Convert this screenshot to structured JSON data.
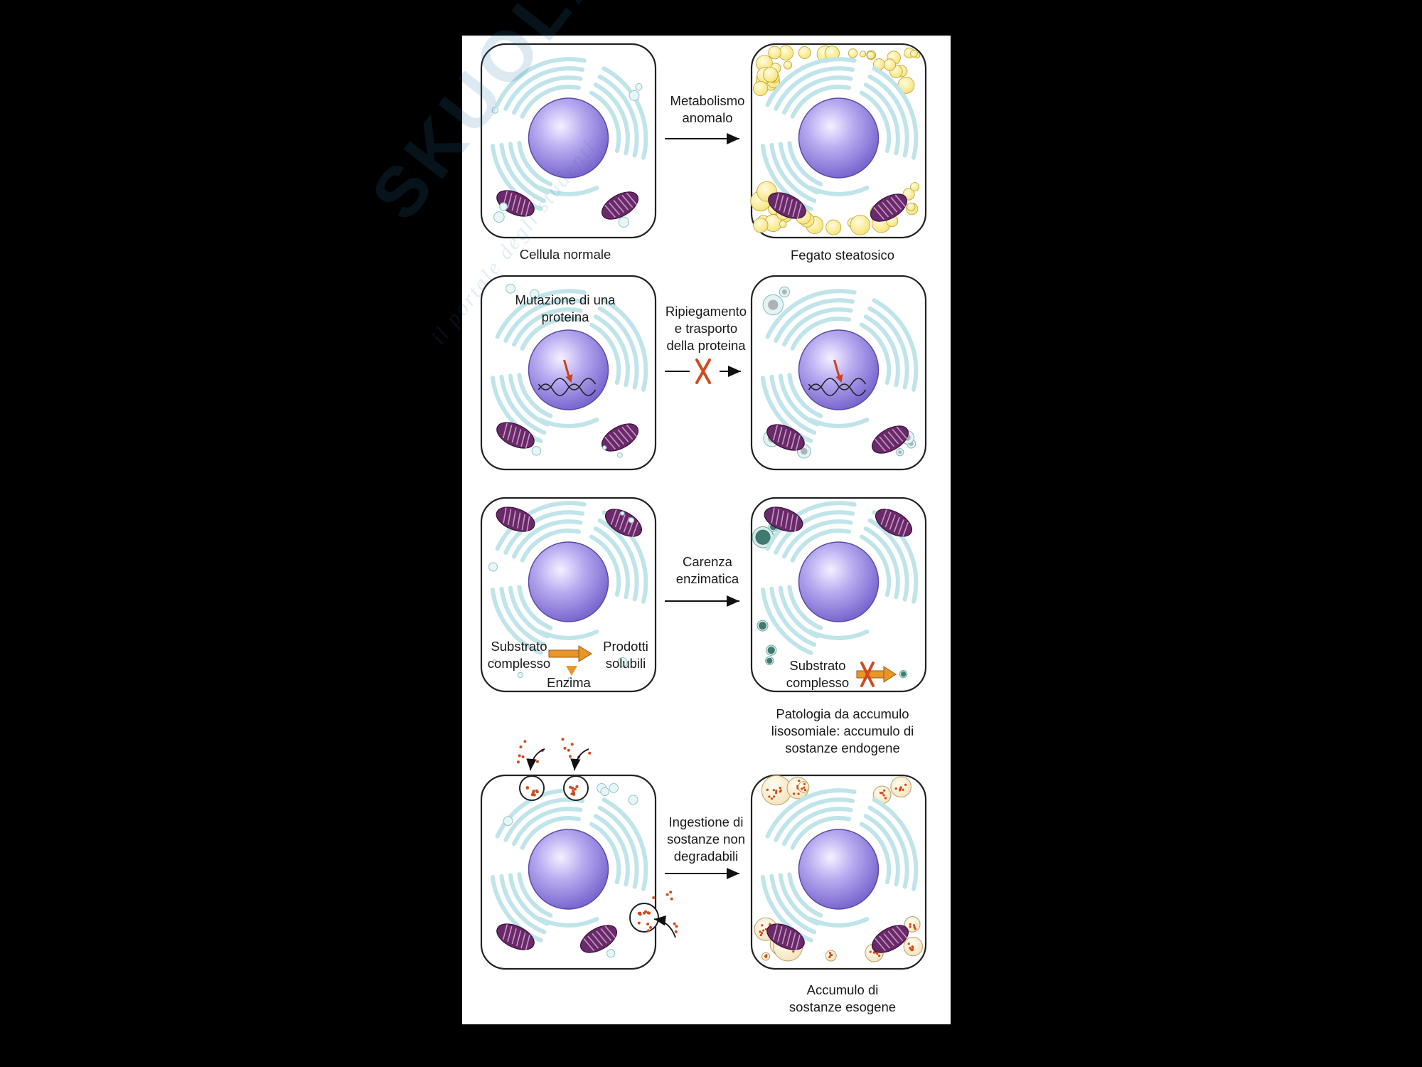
{
  "rows": [
    {
      "arrow": "Metabolismo\nanomalo",
      "left_caption": "Cellula normale",
      "right_caption": "Fegato steatosico"
    },
    {
      "arrow": "Ripiegamento\ne trasporto\ndella proteina",
      "left_inner": "Mutazione di una\nproteina"
    },
    {
      "arrow": "Carenza\nenzimatica",
      "substrate": "Substrato\ncomplesso",
      "products": "Prodotti\nsolubili",
      "enzyme": "Enzima",
      "right_substrate": "Substrato\ncomplesso",
      "right_caption": "Patologia da accumulo\nlisosomiale: accumulo di\nsostanze endogene"
    },
    {
      "arrow": "Ingestione di\nsostanze non\ndegradabili",
      "right_caption": "Accumulo di\nsostanze esogene"
    }
  ],
  "watermark": {
    "main": "SKUOLA.net",
    "sub": "il portale degli studenti"
  },
  "colors": {
    "background": "#000000",
    "panel": "#ffffff",
    "nucleus": "#a99be8",
    "mitochondria": "#6a2a6a",
    "er": "#bfe4ea",
    "fat": "#f7e36f",
    "lysosome": "#3e7a72",
    "exogenous": "#d24a1e",
    "arrow_orange": "#e8952a"
  }
}
